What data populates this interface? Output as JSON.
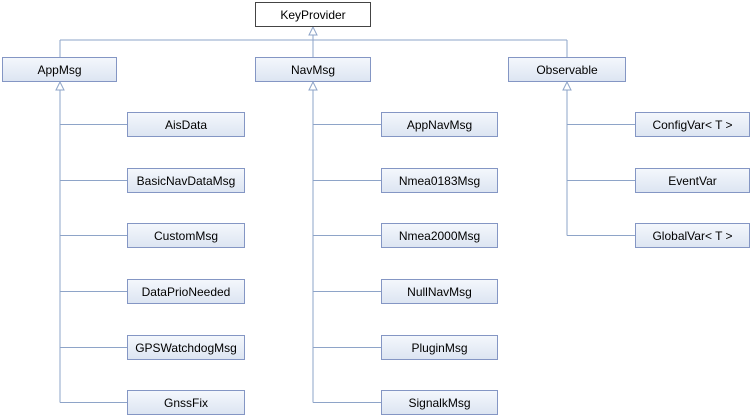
{
  "diagram": {
    "root": {
      "label": "KeyProvider"
    },
    "groups": [
      {
        "label": "AppMsg",
        "children": [
          "AisData",
          "BasicNavDataMsg",
          "CustomMsg",
          "DataPrioNeeded",
          "GPSWatchdogMsg",
          "GnssFix"
        ]
      },
      {
        "label": "NavMsg",
        "children": [
          "AppNavMsg",
          "Nmea0183Msg",
          "Nmea2000Msg",
          "NullNavMsg",
          "PluginMsg",
          "SignalkMsg"
        ]
      },
      {
        "label": "Observable",
        "children": [
          "ConfigVar< T >",
          "EventVar",
          "GlobalVar< T >"
        ]
      }
    ],
    "colors": {
      "edge": "#8ea4c8",
      "node_border": "#8496c4",
      "root_border": "#444444"
    }
  }
}
